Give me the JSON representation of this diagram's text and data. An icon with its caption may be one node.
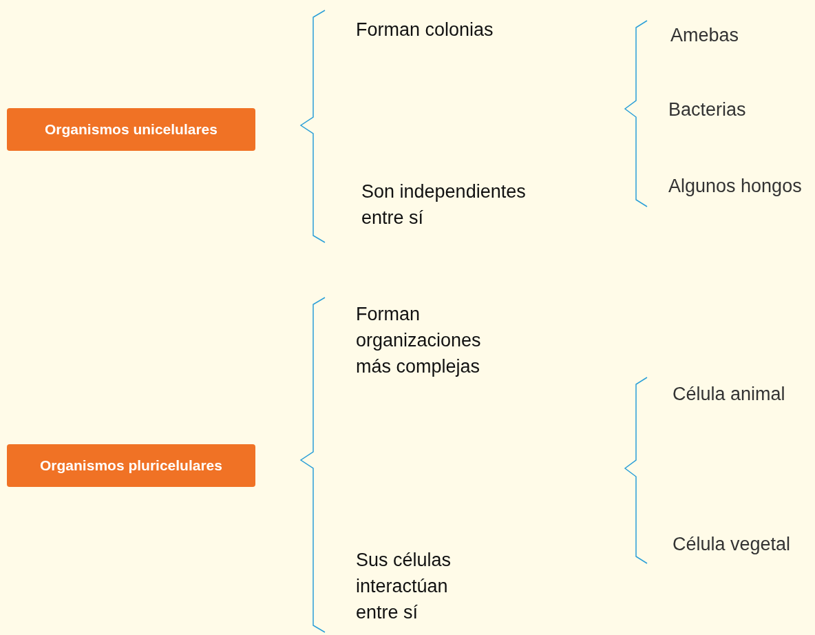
{
  "diagram": {
    "nodes": [
      {
        "text": [
          "Organismos unicelulares"
        ]
      },
      {
        "text": [
          "Organismos pluricelulares"
        ]
      }
    ],
    "labels": [
      "Forman colonias",
      "Amebas",
      "Bacterias",
      "Son independientes entre sí",
      "Algunos hongos",
      "Forman organizaciones más complejas",
      "Célula animal",
      "Sus células interactúan entre sí",
      "Célula vegetal"
    ]
  }
}
